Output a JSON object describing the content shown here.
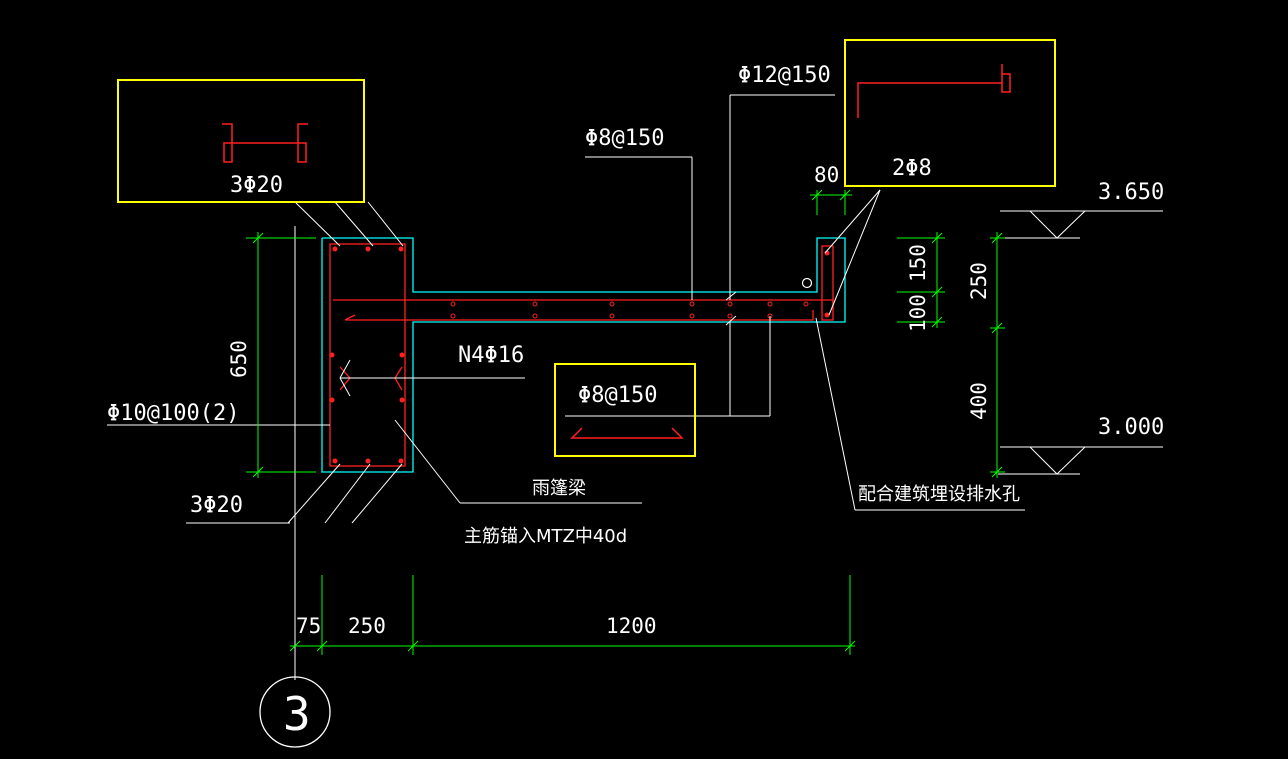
{
  "colors": {
    "background": "#000000",
    "outline": "#00ffff",
    "rebar": "#ff2020",
    "dimension": "#00ff00",
    "callout_box": "#ffff00",
    "text": "#ffffff"
  },
  "labels": {
    "top_bars": "3Φ20",
    "bottom_bars": "3Φ20",
    "slab_top_bars": "Φ12@150",
    "slab_bottom_bars": "Φ8@150",
    "slab_bottom_detail": "Φ8@150",
    "edge_bars": "2Φ8",
    "side_bars": "N4Φ16",
    "stirrups": "Φ10@100(2)",
    "beam_name": "雨篷梁",
    "anchorage_note": "主筋锚入MTZ中40d",
    "drain_note": "配合建筑埋设排水孔"
  },
  "dimensions": {
    "upstand_width": "80",
    "beam_depth": "650",
    "slab_upper": "150",
    "slab_lower": "100",
    "upstand_height": "250",
    "beam_below_slab": "400",
    "offset": "75",
    "beam_width": "250",
    "canopy_length": "1200"
  },
  "levels": {
    "top": "3.650",
    "bottom": "3.000"
  },
  "grid": {
    "axis": "3"
  }
}
